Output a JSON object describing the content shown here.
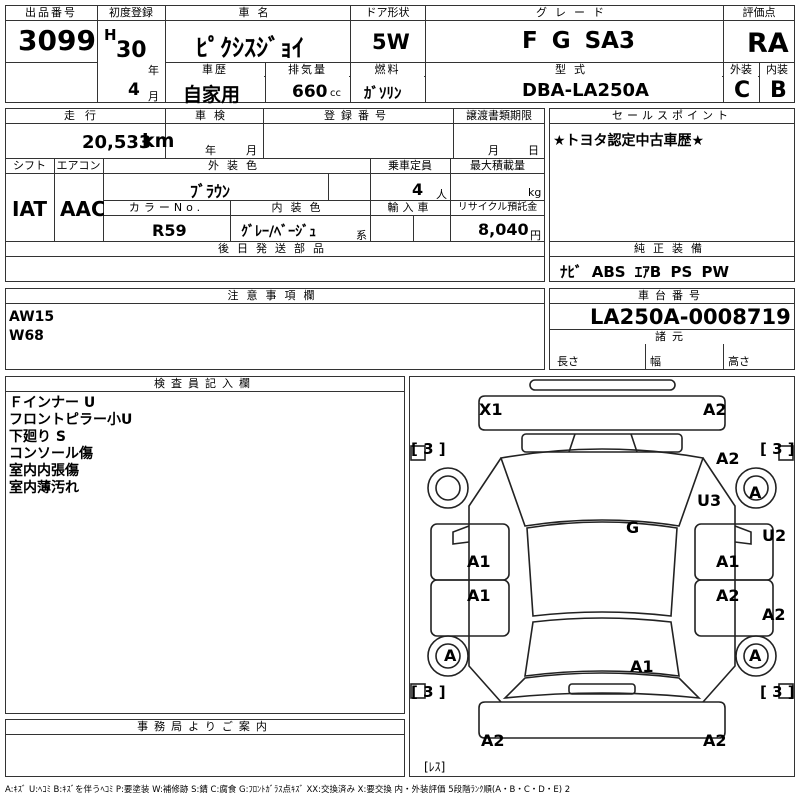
{
  "header": {
    "lot_label": "出品番号",
    "lot_number": "3099",
    "first_reg_label": "初度登録",
    "era": "H",
    "year": "30",
    "year_unit": "年",
    "month": "4",
    "month_unit": "月",
    "car_name_label": "車名",
    "car_name": "ﾋﾟｸｼｽｼﾞｮｲ",
    "door_label": "ドア形状",
    "door": "5W",
    "grade_label": "グレード",
    "grade": "F G SA3",
    "score_label": "評価点",
    "score": "RA",
    "history_label": "車歴",
    "history": "自家用",
    "displacement_label": "排気量",
    "displacement": "660",
    "displacement_unit": "cc",
    "fuel_label": "燃料",
    "fuel": "ｶﾞｿﾘﾝ",
    "model_label": "型式",
    "model": "DBA-LA250A",
    "exterior_label": "外装",
    "exterior": "C",
    "interior_label": "内装",
    "interior": "B"
  },
  "row2": {
    "mileage_label": "走行",
    "mileage": "20,533",
    "mileage_unit": "km",
    "inspection_label": "車検",
    "inspection_year_unit": "年",
    "inspection_month_unit": "月",
    "reg_no_label": "登録番号",
    "transfer_label": "譲渡書類期限",
    "transfer_month_unit": "月",
    "transfer_day_unit": "日",
    "sales_point_label": "セールスポイント",
    "sales_point": "★トヨタ認定中古車歴★",
    "shift_label": "シフト",
    "shift": "IAT",
    "ac_label": "エアコン",
    "ac": "AAC",
    "ext_color_label": "外装色",
    "ext_color": "ﾌﾞﾗｳﾝ",
    "capacity_label": "乗車定員",
    "capacity": "4",
    "capacity_unit": "人",
    "max_load_label": "最大積載量",
    "max_load_unit": "kg",
    "color_no_label": "カラーNo.",
    "color_no": "R59",
    "int_color_label": "内装色",
    "int_color": "ｸﾞﾚｰ/ﾍﾞｰｼﾞｭ",
    "int_color_unit": "系",
    "import_label": "輸入車",
    "recycle_label": "リサイクル預託金",
    "recycle": "8,040",
    "recycle_unit": "円",
    "later_parts_label": "後日発送部品",
    "equipment_label": "純正装備",
    "equipment": "ﾅﾋﾞ ABS ｴｱB PS PW"
  },
  "notes": {
    "label": "注意事項欄",
    "lines": [
      "AW15",
      "W68"
    ]
  },
  "chassis": {
    "label": "車台番号",
    "number": "LA250A-0008719",
    "spec_label": "諸元",
    "length_label": "長さ",
    "width_label": "幅",
    "height_label": "高さ"
  },
  "inspector": {
    "label": "検査員記入欄",
    "lines": [
      "Ｆインナー U",
      "フロントピラー小U",
      "下廻り S",
      "コンソール傷",
      "室内内張傷",
      "室内薄汚れ"
    ]
  },
  "office": {
    "label": "事務局よりご案内"
  },
  "diagram": {
    "marks": {
      "x1": "X1",
      "a2_top_right": "A2",
      "three_left": "[ 3 ]",
      "three_right": "[ 3 ]",
      "a2_right": "A2",
      "a_front_right": "A",
      "u3": "U3",
      "g": "G",
      "u2": "U2",
      "a1_left_front_door": "A1",
      "a1_right_front_door": "A1",
      "a1_left_rear_door": "A1",
      "a2_right_rear_door": "A2",
      "a2_right_quarter": "A2",
      "a_rear_left": "A",
      "a_rear_right": "A",
      "a1_rear": "A1",
      "three_bottom_left": "[ 3 ]",
      "three_bottom_right": "[ 3 ]",
      "a2_bottom_left": "A2",
      "a2_bottom_right": "A2",
      "less": "[ﾚｽ]"
    }
  },
  "legend": "A:ｷｽﾞ U:ﾍｺﾐ B:ｷｽﾞを伴うﾍｺﾐ P:要塗装 W:補修跡 S:錆 C:腐食 G:ﾌﾛﾝﾄｶﾞﾗｽ点ｷｽﾞ XX:交換済み X:要交換 内・外装評価 5段階ﾗﾝｸ順(A・B・C・D・E) 2"
}
